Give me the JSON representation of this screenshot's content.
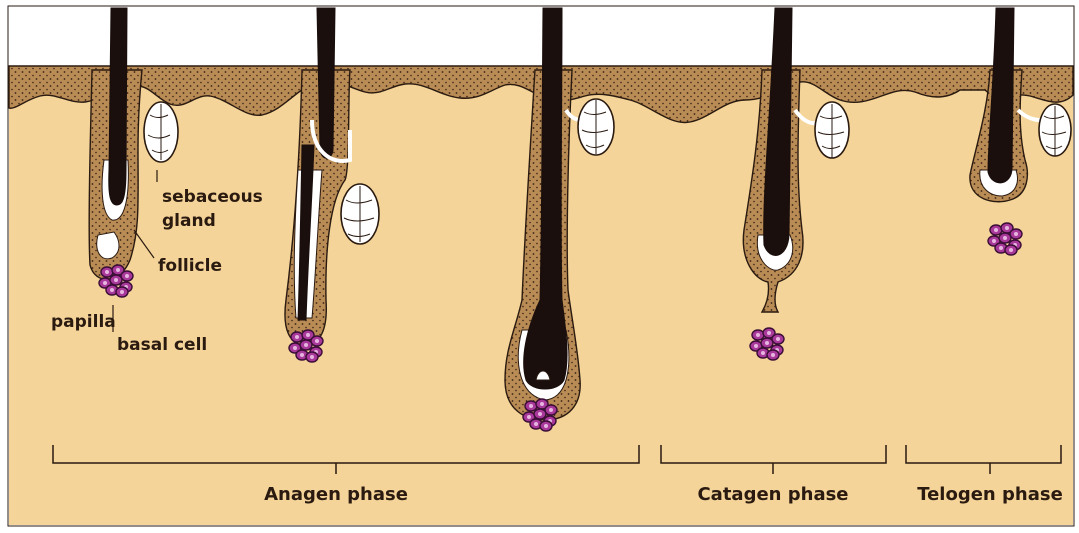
{
  "labels": {
    "sebaceous_line1": "sebaceous",
    "sebaceous_line2": "gland",
    "follicle": "follicle",
    "papilla": "papilla",
    "basal_cell": "basal cell"
  },
  "phases": [
    {
      "label": "Anagen phase"
    },
    {
      "label": "Catagen phase"
    },
    {
      "label": "Telogen phase"
    }
  ],
  "colors": {
    "background": "#f4d499",
    "epidermis": "#b98b55",
    "epidermis_dots": "#3a2414",
    "hair": "#1a0f0c",
    "sheath": "#ffffff",
    "papilla": "#a8399a",
    "papilla_outline": "#3b0e36",
    "outline": "#2a1a10",
    "gland": "#ffffff"
  }
}
